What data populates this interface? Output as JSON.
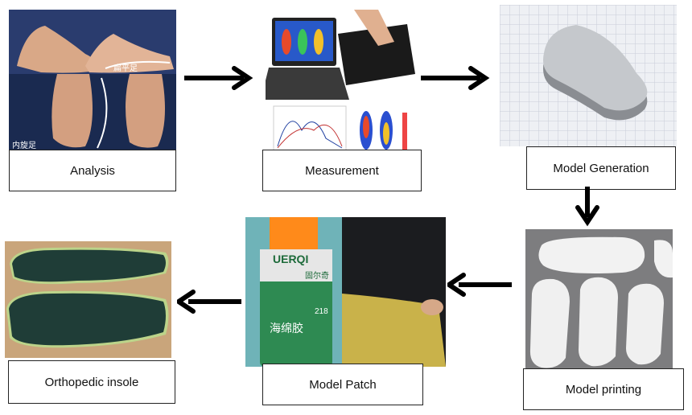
{
  "steps": {
    "analysis": "Analysis",
    "measurement": "Measurement",
    "model_generation": "Model Generation",
    "model_printing": "Model printing",
    "model_patch": "Model Patch",
    "orthopedic_insole": "Orthopedic insole"
  },
  "photo_text": {
    "flat_foot": "扁平足",
    "inward_foot": "内旋足",
    "can_brand": "UERQI",
    "can_cn": "固尔奇",
    "can_model": "218",
    "can_product": "海绵胶"
  },
  "colors": {
    "arrow": "#000000",
    "label_border": "#222222",
    "insole_fabric": "#1f3d37",
    "insole_edge": "#bcd48a",
    "print_material": "#f2f2f2",
    "can_green": "#2e8a52"
  }
}
